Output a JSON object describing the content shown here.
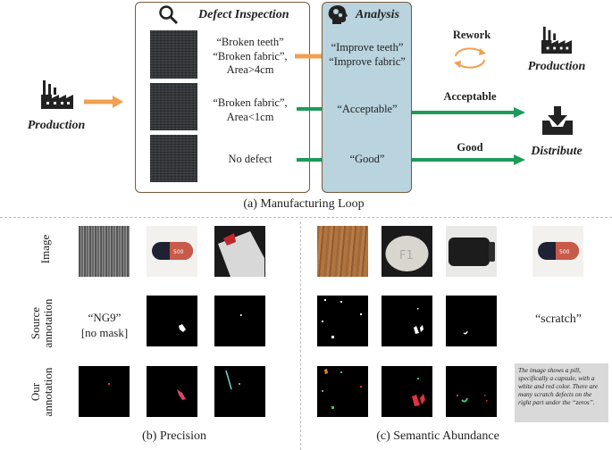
{
  "top": {
    "left_production": "Production",
    "inspection_title": "Defect Inspection",
    "analysis_title": "Analysis",
    "rows": [
      {
        "lines": [
          "“Broken teeth”",
          "“Broken fabric”,",
          "Area>4cm"
        ],
        "analysis": [
          "“Improve teeth”",
          "“Improve fabric”"
        ]
      },
      {
        "lines": [
          "“Broken fabric”,",
          "Area<1cm"
        ],
        "analysis": [
          "“Acceptable”"
        ]
      },
      {
        "lines": [
          "No defect"
        ],
        "analysis": [
          "“Good”"
        ]
      }
    ],
    "rework": "Rework",
    "right_production": "Production",
    "acceptable": "Acceptable",
    "good": "Good",
    "distribute": "Distribute",
    "caption": "(a) Manufacturing Loop",
    "colors": {
      "orange": "#f0a050",
      "green": "#1e9a5a",
      "analysis_bg": "#b9d3df",
      "border": "#7a5a3c"
    }
  },
  "bottom": {
    "row_labels": {
      "image": "Image",
      "source1": "Source",
      "source2": "annotation",
      "our1": "Our",
      "our2": "annotation"
    },
    "ng9_label": "“NG9”",
    "no_mask": "[no mask]",
    "scratch_label": "“scratch”",
    "pill_text": "The image shows a pill, specifically a capsule, with a white and red color. There are many scratch defects on the right part under the “zeros”.",
    "pill_print": "500",
    "pill_print_small": "500",
    "tablet_text": "F1",
    "caption_b": "(b) Precision",
    "caption_c": "(c) Semantic Abundance"
  }
}
